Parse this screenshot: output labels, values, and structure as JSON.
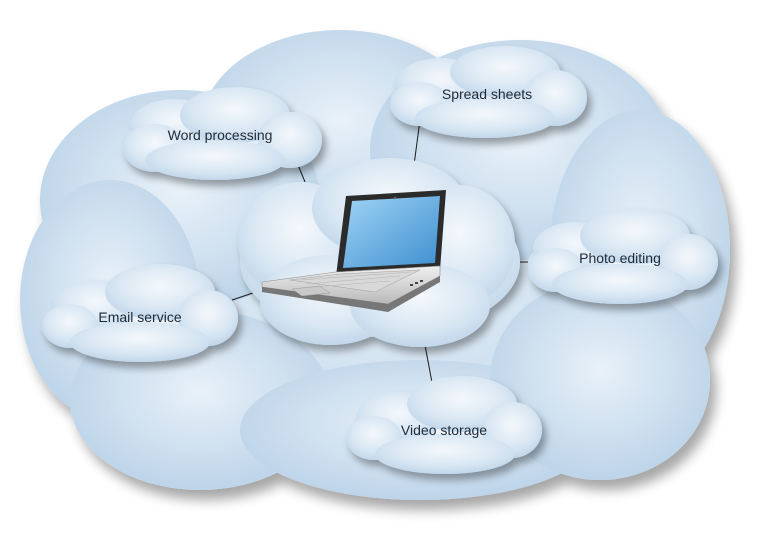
{
  "diagram": {
    "center_icon": "laptop-icon",
    "colors": {
      "cloud_fill": "#c4d9ec",
      "cloud_edge": "#a9c5df",
      "connector": "#1c1c1c"
    },
    "nodes": [
      {
        "id": "word-processing",
        "label": "Word processing"
      },
      {
        "id": "spread-sheets",
        "label": "Spread sheets"
      },
      {
        "id": "photo-editing",
        "label": "Photo editing"
      },
      {
        "id": "email-service",
        "label": "Email service"
      },
      {
        "id": "video-storage",
        "label": "Video storage"
      }
    ]
  }
}
